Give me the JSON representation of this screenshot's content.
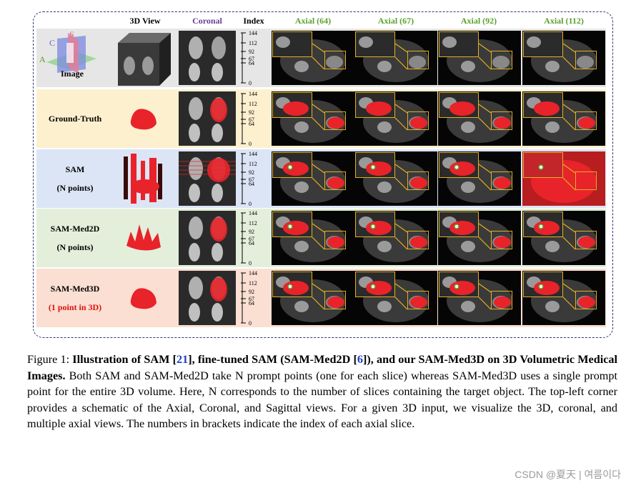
{
  "headers": {
    "view3d": "3D View",
    "coronal": "Coronal",
    "index": "Index",
    "axial": [
      "Axial (64)",
      "Axial (67)",
      "Axial (92)",
      "Axial (112)"
    ]
  },
  "axes_letters": {
    "s": "S",
    "c": "C",
    "a": "A"
  },
  "scale_ticks": [
    "144",
    "112",
    "92",
    "67",
    "64",
    "0"
  ],
  "rows": [
    {
      "label_lines": [
        "Image"
      ],
      "bg": "#e6e6e6",
      "mask": "none"
    },
    {
      "label_lines": [
        "Ground-Truth"
      ],
      "bg": "#fdf0cf",
      "mask": "gt"
    },
    {
      "label_lines": [
        "SAM",
        "(N points)"
      ],
      "bg": "#dbe5f5",
      "mask": "sam"
    },
    {
      "label_lines": [
        "SAM-Med2D",
        "(N points)"
      ],
      "bg": "#e3efdb",
      "mask": "med2d"
    },
    {
      "label_lines": [
        "SAM-Med3D",
        "(1 point in 3D)"
      ],
      "bg": "#fadfd2",
      "mask": "med3d"
    }
  ],
  "caption": {
    "fig": "Figure 1: ",
    "title_a": "Illustration of SAM [",
    "ref1": "21",
    "title_b": "], fine-tuned SAM (SAM-Med2D [",
    "ref2": "6",
    "title_c": "]), and our SAM-Med3D on 3D Volumetric Medical Images.",
    "body": " Both SAM and SAM-Med2D take N prompt points (one for each slice) whereas SAM-Med3D uses a single prompt point for the entire 3D volume. Here, N corresponds to the number of slices containing the target object. The top-left corner provides a schematic of the Axial, Coronal, and Sagittal views. For a given 3D input, we visualize the 3D, coronal, and multiple axial views. The numbers in brackets indicate the index of each axial slice."
  },
  "watermark": "CSDN @夏天 | 여름이다",
  "colors": {
    "mask_red": "#e8232a",
    "inset_border": "#e3b020",
    "frame_border": "#2b3a6b"
  }
}
